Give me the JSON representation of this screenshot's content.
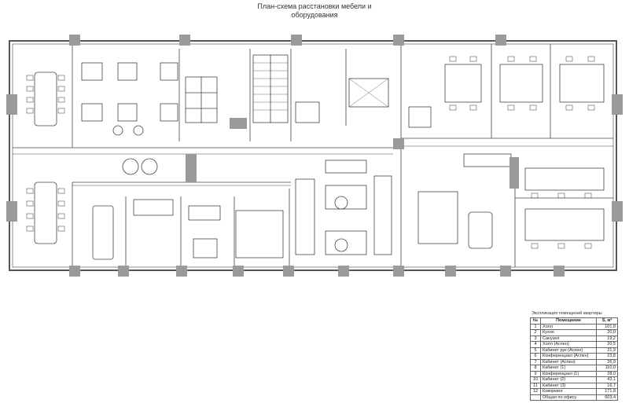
{
  "plan": {
    "title_line1": "План-схема расстановки мебели и",
    "title_line2": "оборудования"
  },
  "legend": {
    "caption": "Экспликация помещений квартиры",
    "headers": {
      "num": "№",
      "name": "Помещение",
      "area": "S, м²"
    },
    "rows": [
      {
        "num": "1",
        "name": "Холл",
        "area": "101,8"
      },
      {
        "num": "2",
        "name": "Кухня",
        "area": "20,0"
      },
      {
        "num": "3",
        "name": "Санузел",
        "area": "19,2"
      },
      {
        "num": "4",
        "name": "Холл (Аспен)",
        "area": "20,5"
      },
      {
        "num": "5",
        "name": "Кабинет рук (Аспен)",
        "area": "21,9"
      },
      {
        "num": "6",
        "name": "Конференцзал (Аспен)",
        "area": "23,8"
      },
      {
        "num": "7",
        "name": "Кабинет (Аспен)",
        "area": "26,9"
      },
      {
        "num": "8",
        "name": "Кабинет (1)",
        "area": "110,0"
      },
      {
        "num": "9",
        "name": "Конференцзал (1)",
        "area": "28,0"
      },
      {
        "num": "10",
        "name": "Кабинет (2)",
        "area": "43,1"
      },
      {
        "num": "11",
        "name": "Кабинет (3)",
        "area": "16,7"
      },
      {
        "num": "12",
        "name": "Коворкинг",
        "area": "171,8"
      }
    ],
    "total": {
      "num": "",
      "name": "Общая по офису",
      "area": "603,4"
    }
  }
}
